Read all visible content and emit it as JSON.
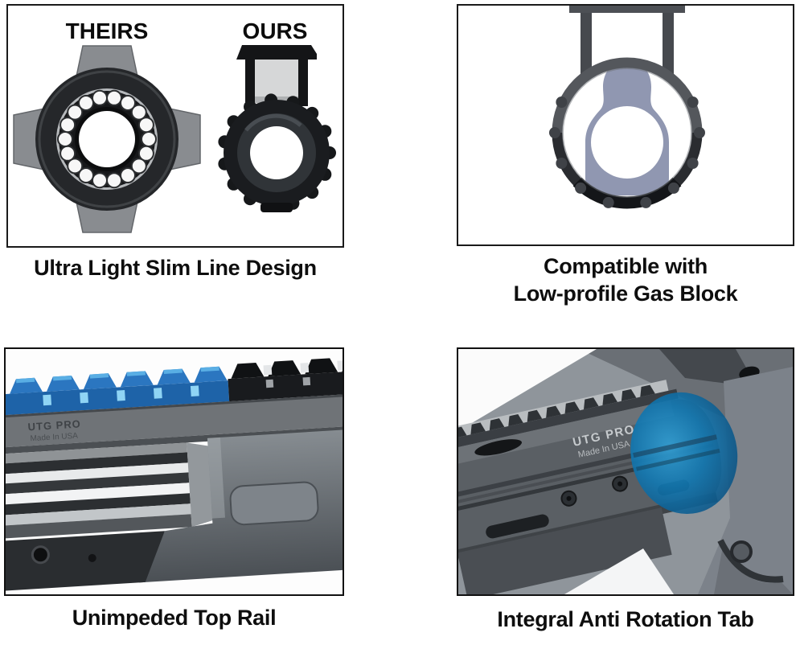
{
  "panels": {
    "slim_line": {
      "label_theirs": "THEIRS",
      "label_ours": "OURS",
      "caption": "Ultra Light Slim Line Design"
    },
    "gas_block": {
      "caption_line1": "Compatible with",
      "caption_line2": "Low-profile Gas Block"
    },
    "top_rail": {
      "engraving_line1": "UTG PRO",
      "engraving_line2": "Made In USA",
      "caption": "Unimpeded Top Rail"
    },
    "anti_rotation": {
      "engraving_line1": "UTG PRO",
      "engraving_line2": "Made In USA",
      "caption": "Integral Anti Rotation Tab"
    }
  },
  "colors": {
    "box_border": "#1a1a1a",
    "caption_text": "#0e0e0e",
    "rail_highlight_blue": "#1e63a8",
    "rail_highlight_blue_light": "#8fd4f4",
    "tab_highlight_blue": "#1178b2",
    "gas_block_silhouette": "#9097b1"
  }
}
